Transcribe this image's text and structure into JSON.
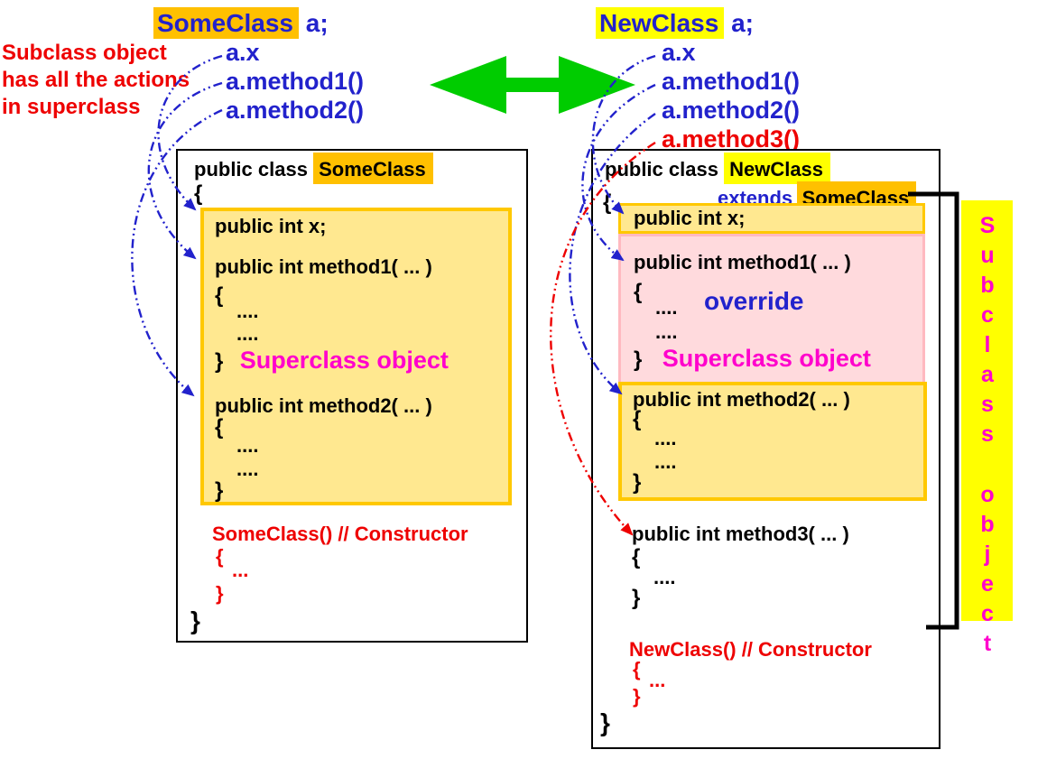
{
  "colors": {
    "blue": "#2222cc",
    "red": "#ee0000",
    "magenta": "#ff00cc",
    "green": "#00cc00",
    "someclass_highlight": "#ffc000",
    "newclass_highlight": "#ffff00",
    "member_box_fill": "#ffe890",
    "member_box_border": "#ffc800",
    "override_box_fill": "#ffdadd",
    "override_box_border": "#ffb9c0",
    "side_label_bg": "#ffff00"
  },
  "left": {
    "declaration": {
      "class_name": "SomeClass",
      "var": "a;"
    },
    "note_lines": [
      "Subclass object",
      "has all the actions",
      "in superclass"
    ],
    "calls": [
      "a.x",
      "a.method1()",
      "a.method2()"
    ],
    "box": {
      "header_prefix": "public class",
      "header_name": "SomeClass",
      "open": "{",
      "field": "public  int x;",
      "m1_sig": "public int method1( ... )",
      "m1_open": "{",
      "m1_d1": "....",
      "m1_d2": "....",
      "m1_close": "}",
      "obj_label": "Superclass object",
      "m2_sig": "public int method2( ... )",
      "m2_open": "{",
      "m2_d1": "....",
      "m2_d2": "....",
      "m2_close": "}",
      "ctor_sig": "SomeClass() // Constructor",
      "ctor_open": "{",
      "ctor_dots": "...",
      "ctor_close": "}",
      "close": "}"
    }
  },
  "right": {
    "declaration": {
      "class_name": "NewClass",
      "var": "a;"
    },
    "calls": [
      "a.x",
      "a.method1()",
      "a.method2()"
    ],
    "call_extra": "a.method3()",
    "box": {
      "header_prefix": "public class",
      "header_name": "NewClass",
      "extends_kw": "extends",
      "extends_name": "SomeClass",
      "open": "{",
      "field": "public  int x;",
      "m1_sig": "public int method1( ... )",
      "m1_open": "{",
      "m1_d1": "....",
      "override_label": "override",
      "m1_d2": "....",
      "m1_close": "}",
      "obj_label": "Superclass object",
      "m2_sig": "public int method2( ... )",
      "m2_open": "{",
      "m2_d1": "....",
      "m2_d2": "....",
      "m2_close": "}",
      "m3_sig": "public int method3( ... )",
      "m3_open": "{",
      "m3_d1": "....",
      "m3_close": "}",
      "ctor_sig": "NewClass() // Constructor",
      "ctor_open": "{",
      "ctor_dots": "...",
      "ctor_close": "}",
      "close": "}"
    }
  },
  "side_label": {
    "word1": "Subclass",
    "word2": "object"
  }
}
